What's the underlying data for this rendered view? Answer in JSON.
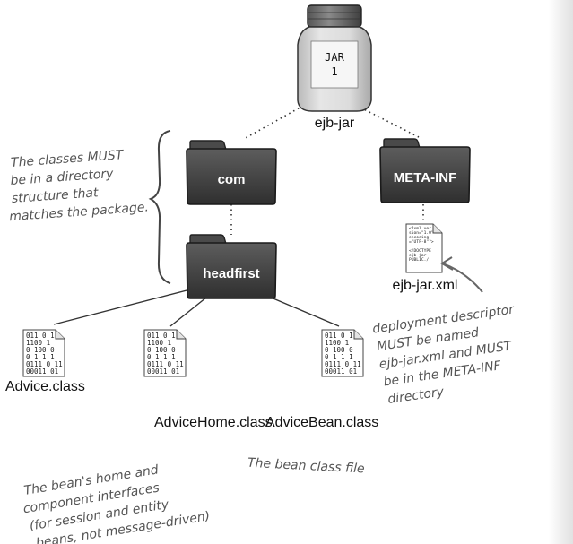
{
  "jar": {
    "lines": [
      "JAR",
      "1"
    ],
    "caption": "ejb-jar"
  },
  "folders": {
    "com": "com",
    "meta_inf": "META-INF",
    "headfirst": "headfirst"
  },
  "files": {
    "binary_lines": [
      "011 0 1",
      "1100 1",
      "0 100 0",
      "0 1 1 1",
      "0111 0 11",
      "00011 01"
    ],
    "advice": "Advice.class",
    "advice_home": "AdviceHome.class",
    "advice_bean": "AdviceBean.class",
    "xml_lines": [
      "<?xml ver",
      "sion=\"1.0\"",
      "encoding",
      "=\"UTF-8\"?>",
      "",
      "<!DOCTYPE",
      "ejb-jar",
      "PUBLIC./"
    ],
    "ejb_jar_xml": "ejb-jar.xml"
  },
  "annotations": {
    "package_structure": [
      "The classes MUST",
      "be in a directory",
      "structure that",
      "matches the package."
    ],
    "deployment_descriptor": [
      "deployment descriptor",
      "MUST be named",
      "ejb-jar.xml and MUST",
      "be in the META-INF",
      "directory"
    ],
    "interfaces": [
      "The bean's home and",
      "component interfaces",
      "(for session and entity",
      "beans, not message-driven)"
    ],
    "bean_class": "The bean class file"
  }
}
